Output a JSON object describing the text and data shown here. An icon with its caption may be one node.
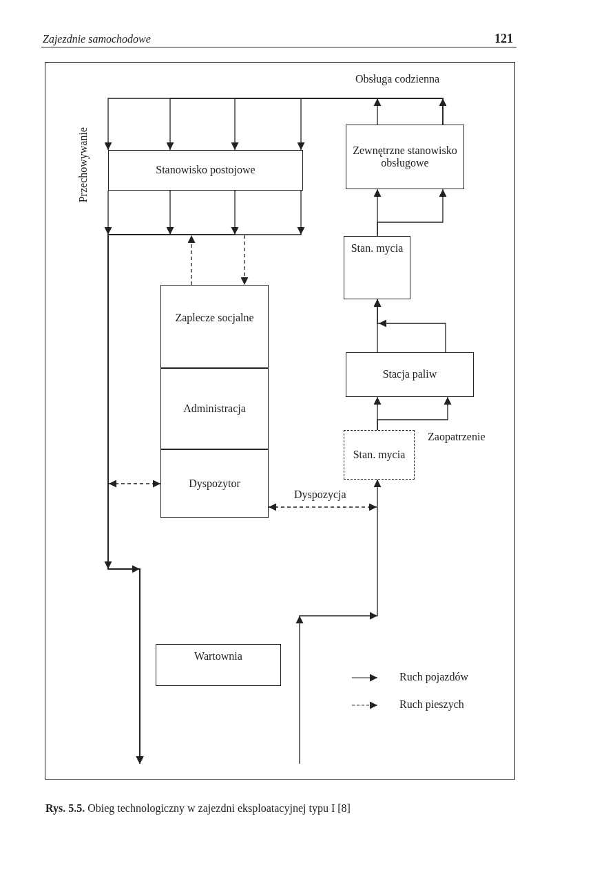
{
  "diagram": {
    "caption": "**Rys. 5.5.** Obieg technologiczny w zajezdni eksploatacyjnej typu I [8]",
    "nodes": [
      {
        "text": [
          "Stanowisko postojowe"
        ]
      },
      {
        "text": [
          "Zewnętrzne stanowisko obsługowe"
        ]
      },
      {
        "text": [
          "Stan. mycia"
        ]
      },
      {
        "text": [
          "Zaplecze socjalne"
        ]
      },
      {
        "text": [
          "Administracja"
        ]
      },
      {
        "text": [
          "Dyspozytor"
        ]
      },
      {
        "text": [
          "Stacja paliw"
        ]
      },
      {
        "text": [
          "Stan. mycia"
        ]
      },
      {
        "text": [
          "Wartownia"
        ]
      }
    ],
    "edges": [
      {
        "from": null,
        "to": 7,
        "arrow": "to"
      },
      {
        "from": 7,
        "to": 6,
        "arrow": "to"
      },
      {
        "from": 7,
        "to": 6,
        "arrow": "to"
      },
      {
        "from": 6,
        "to": 2,
        "arrow": "to"
      },
      {
        "from": 6,
        "to": 2,
        "arrow": "to"
      },
      {
        "from": 2,
        "to": 1,
        "arrow": "to"
      },
      {
        "from": 2,
        "to": 1,
        "arrow": "to"
      },
      {
        "from": 1,
        "to": 0,
        "arrow": "to"
      },
      {
        "from": 1,
        "to": 0,
        "arrow": "to"
      },
      {
        "from": 1,
        "to": 0,
        "arrow": "to"
      },
      {
        "from": 1,
        "to": 0,
        "arrow": "to"
      },
      {
        "from": 0,
        "to": null,
        "arrow": "to"
      },
      {
        "from": 0,
        "to": null,
        "arrow": "to"
      },
      {
        "from": 0,
        "to": null,
        "arrow": "to"
      },
      {
        "from": 0,
        "to": null,
        "arrow": "to"
      },
      {
        "from": 3,
        "to": null,
        "arrow": "to",
        "style": "dashed"
      },
      {
        "from": null,
        "to": 3,
        "arrow": "to",
        "style": "dashed"
      },
      {
        "from": null,
        "to": 5,
        "arrow": "both",
        "style": "dashed"
      },
      {
        "from": 5,
        "to": null,
        "arrow": "both",
        "style": "dashed",
        "label": "Dyspozycja"
      }
    ],
    "labels": [
      "Zajezdnie samochodowe",
      "121",
      "Obsługa codzienna",
      "Przechowywanie",
      "Zaopatrzenie"
    ],
    "legend": [
      {
        "text": "Ruch pojazdów"
      },
      {
        "text": "Ruch pieszych"
      }
    ]
  }
}
